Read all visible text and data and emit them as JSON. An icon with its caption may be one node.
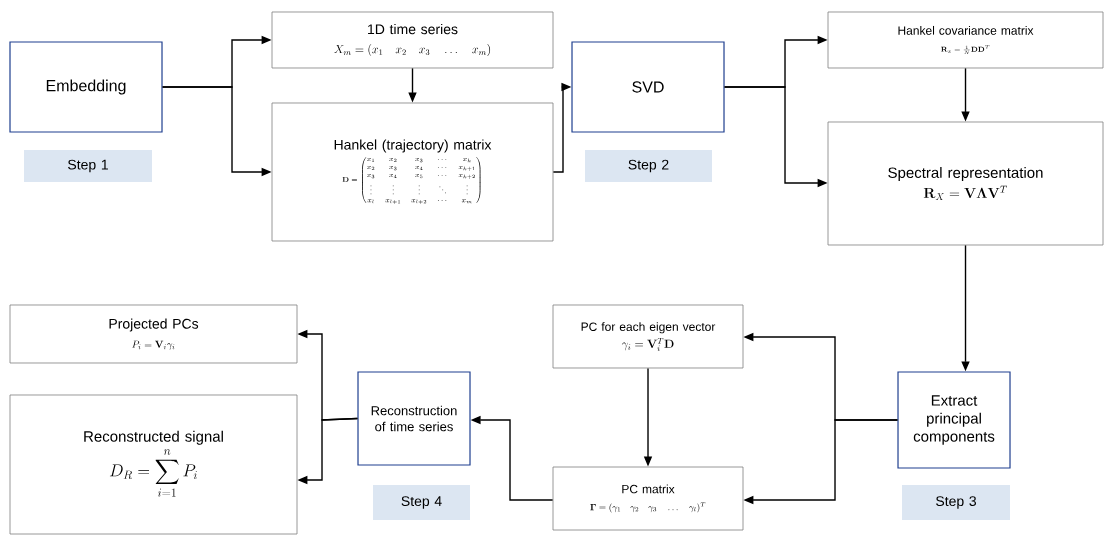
{
  "diagram": {
    "nodes": [
      {
        "text": [
          "Embedding"
        ]
      },
      {
        "text": [
          "1D time series",
          "X_m = (x_1 \\quad x_2 \\quad x_3 \\quad \\dots \\quad x_m)"
        ]
      },
      {
        "text": [
          "Hankel (trajectory) matrix",
          "\\mathbf{D} = \\begin{pmatrix} x_1 & x_2 & x_3 & \\cdots & x_k \\\\ x_2 & x_3 & x_4 & \\cdots & x_{k+1} \\\\ x_3 & x_4 & x_5 & \\cdots & x_{k+2} \\\\ \\vdots & \\vdots & \\vdots & \\ddots & \\vdots \\\\ x_l & x_{l+1} & x_{l+2} & \\cdots & x_m \\end{pmatrix}"
        ]
      },
      {
        "text": [
          "SVD"
        ]
      },
      {
        "text": [
          "Hankel covariance matrix",
          "\\mathbf{R}_x = \\frac{1}{N} \\mathbf{D}\\mathbf{D}^T"
        ]
      },
      {
        "text": [
          "Spectral representation",
          "\\mathbf{R}_X = \\mathbf{V} \\mathbf{\\Lambda} \\mathbf{V}^T"
        ]
      },
      {
        "text": [
          "Extract principal components"
        ]
      },
      {
        "text": [
          "PC for each eigen vector",
          "\\gamma_i = \\mathbf{V}_i^T \\mathbf{D}"
        ]
      },
      {
        "text": [
          "PC matrix",
          "\\mathbf{\\Gamma} = (\\gamma_1 \\quad \\gamma_2 \\quad \\gamma_3 \\quad \\dots \\quad \\gamma_l)^T"
        ]
      },
      {
        "text": [
          "Reconstruction of time series"
        ]
      },
      {
        "text": [
          "Projected PCs",
          "P_i = \\mathbf{V}_i \\gamma_i"
        ]
      },
      {
        "text": [
          "Reconstructed signal",
          "D_R = \\sum_{i=1}^{n} P_i"
        ]
      },
      {
        "text": [
          "Step 1"
        ]
      },
      {
        "text": [
          "Step 2"
        ]
      },
      {
        "text": [
          "Step 3"
        ]
      },
      {
        "text": [
          "Step 4"
        ]
      }
    ],
    "edges": [
      {
        "from": 0,
        "to": 1,
        "arrow": "to"
      },
      {
        "from": 0,
        "to": 2,
        "arrow": "to"
      },
      {
        "from": 1,
        "to": 2,
        "arrow": "to"
      },
      {
        "from": 2,
        "to": 3,
        "arrow": "to"
      },
      {
        "from": 3,
        "to": 4,
        "arrow": "to"
      },
      {
        "from": 3,
        "to": 5,
        "arrow": "to"
      },
      {
        "from": 4,
        "to": 5,
        "arrow": "to"
      },
      {
        "from": 5,
        "to": 6,
        "arrow": "to"
      },
      {
        "from": 6,
        "to": 7,
        "arrow": "to"
      },
      {
        "from": 6,
        "to": 8,
        "arrow": "to"
      },
      {
        "from": 7,
        "to": 8,
        "arrow": "to"
      },
      {
        "from": 8,
        "to": 9,
        "arrow": "to"
      },
      {
        "from": 9,
        "to": 10,
        "arrow": "to"
      },
      {
        "from": 9,
        "to": 11,
        "arrow": "to"
      }
    ]
  }
}
